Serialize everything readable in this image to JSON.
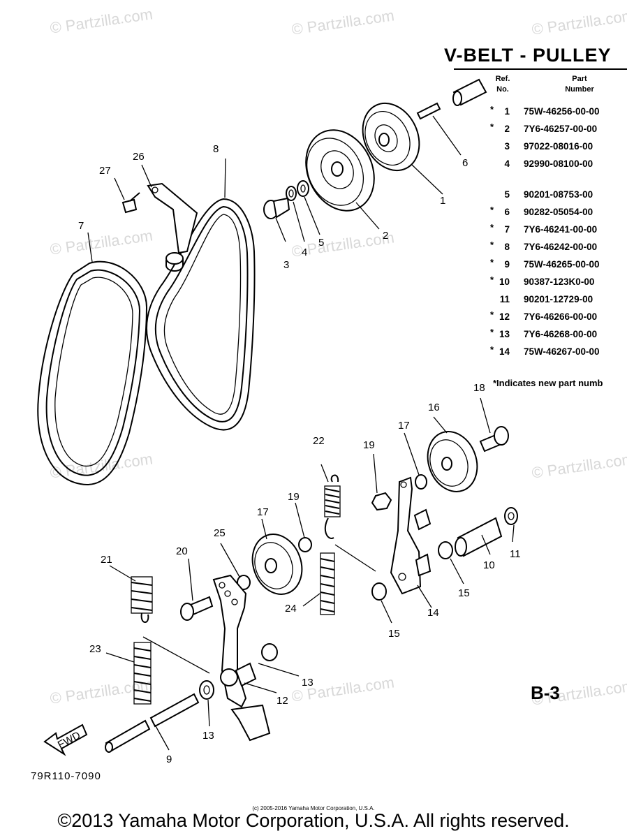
{
  "title": "V-BELT - PULLEY",
  "table": {
    "ref_header": "Ref.\nNo.",
    "part_header": "Part\nNumber",
    "rows": [
      {
        "star": "*",
        "ref": "1",
        "part": "75W-46256-00-00"
      },
      {
        "star": "*",
        "ref": "2",
        "part": "7Y6-46257-00-00"
      },
      {
        "star": "",
        "ref": "3",
        "part": "97022-08016-00"
      },
      {
        "star": "",
        "ref": "4",
        "part": "92990-08100-00"
      },
      {
        "star": "",
        "ref": "5",
        "part": "90201-08753-00"
      },
      {
        "star": "*",
        "ref": "6",
        "part": "90282-05054-00"
      },
      {
        "star": "*",
        "ref": "7",
        "part": "7Y6-46241-00-00"
      },
      {
        "star": "*",
        "ref": "8",
        "part": "7Y6-46242-00-00"
      },
      {
        "star": "*",
        "ref": "9",
        "part": "75W-46265-00-00"
      },
      {
        "star": "*",
        "ref": "10",
        "part": "90387-123K0-00"
      },
      {
        "star": "",
        "ref": "11",
        "part": "90201-12729-00"
      },
      {
        "star": "*",
        "ref": "12",
        "part": "7Y6-46266-00-00"
      },
      {
        "star": "*",
        "ref": "13",
        "part": "7Y6-46268-00-00"
      },
      {
        "star": "*",
        "ref": "14",
        "part": "75W-46267-00-00"
      }
    ],
    "footnote": "*Indicates new part numb"
  },
  "callouts": [
    "1",
    "2",
    "3",
    "4",
    "5",
    "6",
    "7",
    "8",
    "9",
    "10",
    "11",
    "12",
    "13",
    "13",
    "14",
    "15",
    "15",
    "16",
    "17",
    "17",
    "18",
    "19",
    "19",
    "20",
    "21",
    "22",
    "23",
    "24",
    "25",
    "26",
    "27"
  ],
  "fwd_label": "FWD",
  "diagram_code": "79R110-7090",
  "section_code": "B-3",
  "watermark": "© Partzilla.com",
  "small_copyright": "(c) 2005-2016 Yamaha Motor Corporation, U.S.A.",
  "copyright": "©2013 Yamaha Motor Corporation, U.S.A. All rights reserved."
}
